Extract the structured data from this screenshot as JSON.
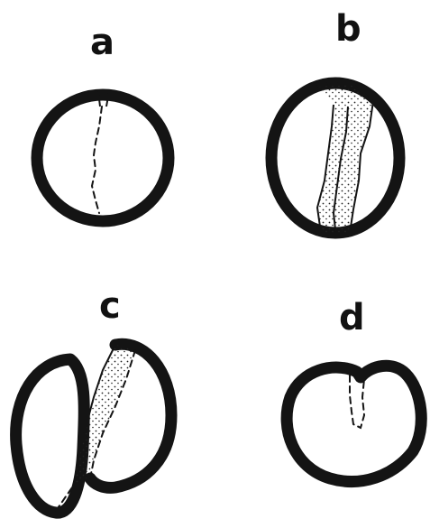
{
  "panels": {
    "a": {
      "label": "a"
    },
    "b": {
      "label": "b"
    },
    "c": {
      "label": "c"
    },
    "d": {
      "label": "d"
    }
  }
}
